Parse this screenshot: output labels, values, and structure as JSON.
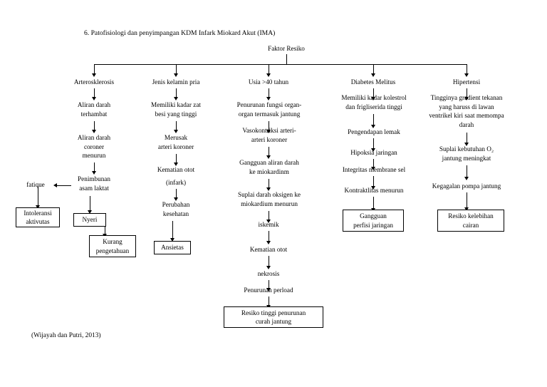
{
  "page": {
    "title": "6. Patofisiologi dan penyimpangan KDM Infark Miokard Akut (IMA)",
    "credit": "(Wijayah dan Putri, 2013)",
    "root": "Faktor Resiko"
  },
  "columns": [
    {
      "header": "Arterosklerosis",
      "nodes": [
        "Aliran darah\nterhambat",
        "Aliran darah\ncoroner\nmenurun",
        "Penimbunan\nasam laktat"
      ],
      "side_node": "fatique",
      "boxes": [
        "Intoleransi\naktivutas",
        "Nyeri"
      ]
    },
    {
      "header": "Jenis kelamin pria",
      "nodes": [
        "Memiliki kadar zat\nbesi yang tinggi",
        "Merusak\narteri koroner",
        "Kematian otot",
        "(infark)",
        "Perubahan\nkesehatan"
      ],
      "boxes": [
        "Kurang\npengetahuan",
        "Ansietas"
      ]
    },
    {
      "header": "Usia >40 tahun",
      "nodes": [
        "Penurunan fungsi organ-\norgan termasuk jantung",
        "Vasokontriksi arteri-\narteri koroner",
        "Gangguan aliran darah\nke miokardinm",
        "Suplai darah oksigen ke\nmiokardium menurun",
        "iskemik",
        "Kematian otot",
        "nekrosis",
        "Penurunan perload"
      ],
      "boxes": [
        "Resiko tinggi penurunan\ncurah jantung"
      ]
    },
    {
      "header": "Diabetes Melitus",
      "nodes": [
        "Memiliki kadar kolestrol\ndan frigliserida tinggi",
        "Pengendapan lemak",
        "Hipoksia jaringan",
        "Integritas membrane sel",
        "Kontraktlitas menurun"
      ],
      "boxes": [
        "Gangguan\nperfisi jaringan"
      ]
    },
    {
      "header": "Hipertensi",
      "nodes": [
        "Tingginya gradient tekanan\nyang haruss di lawan\nventrikel kiri saat memompa\ndarah",
        "Suplai kebutuhan O₂\njantung meningkat",
        "Kegagalan pompa jantung"
      ],
      "boxes": [
        "Resiko kelebihan\ncairan"
      ]
    }
  ]
}
